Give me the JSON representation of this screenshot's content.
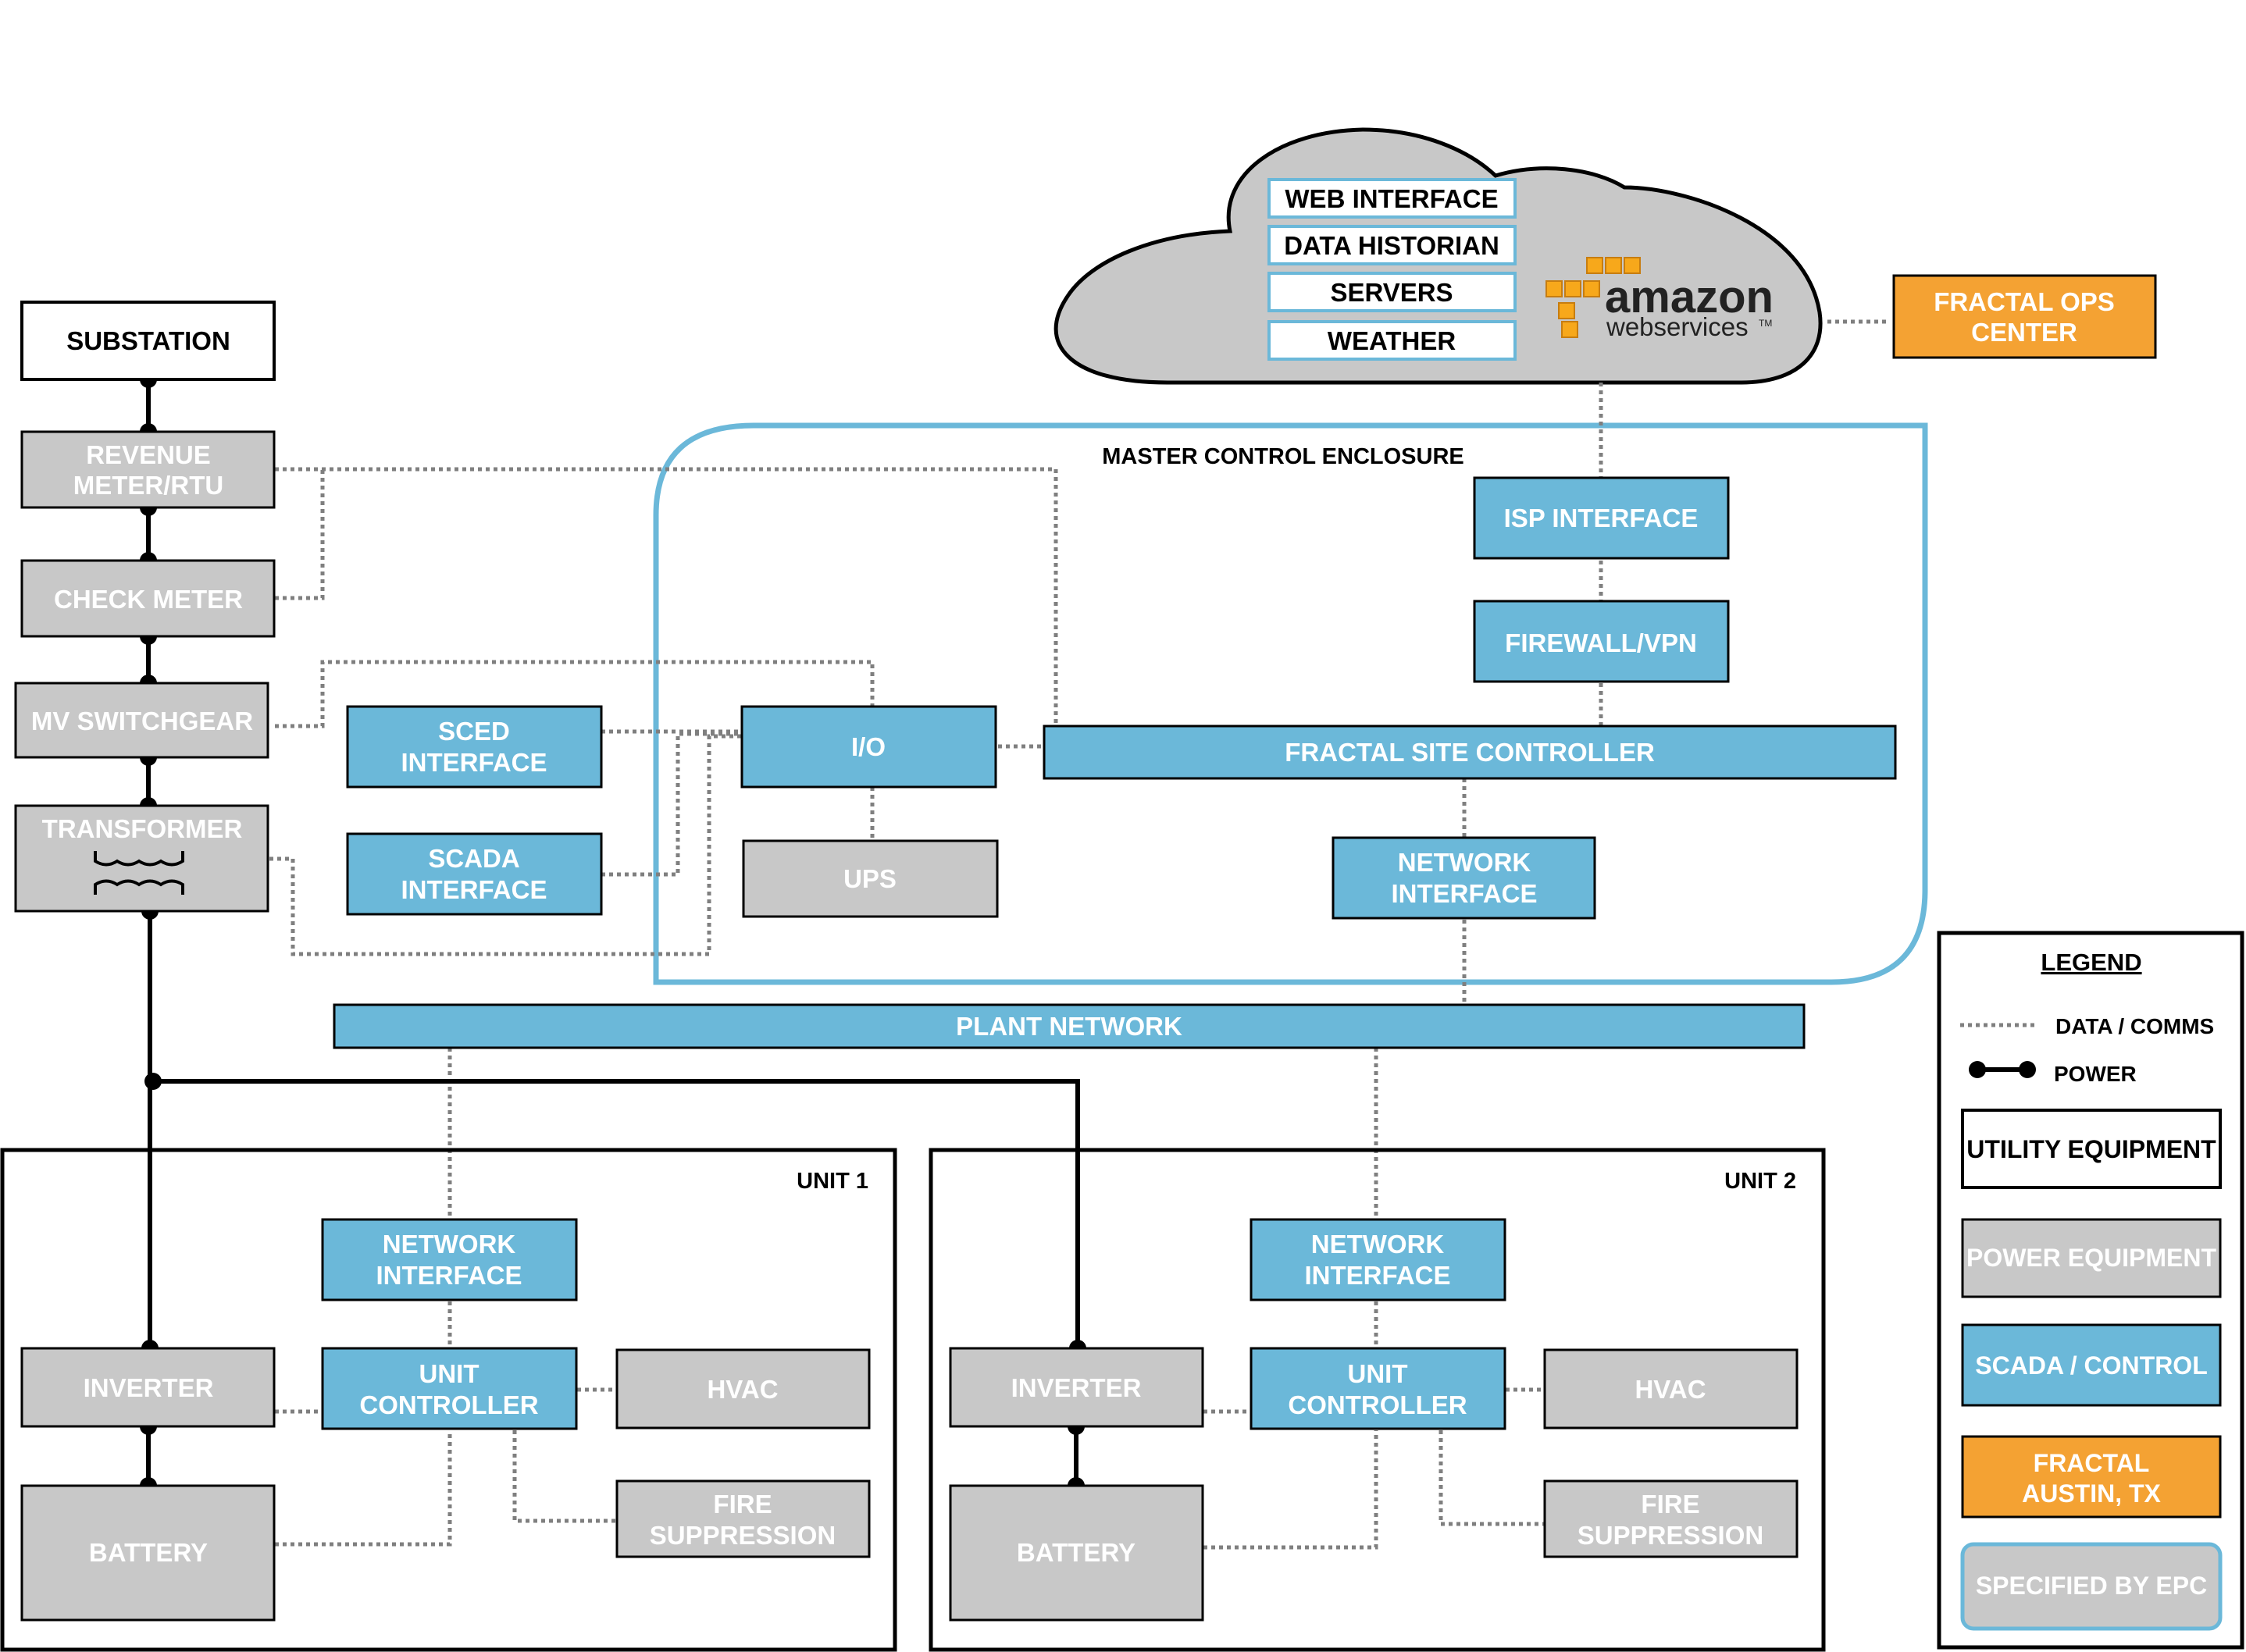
{
  "colors": {
    "utility": "#ffffff",
    "power": "#c8c8c8",
    "scada": "#6bb8d9",
    "fractal": "#f4a233",
    "epc_border": "#6bb8d9",
    "cloud": "#c8c8c8",
    "data_line": "#7f7f7f",
    "power_line": "#000000"
  },
  "cloud": {
    "services": [
      "WEB INTERFACE",
      "DATA HISTORIAN",
      "SERVERS",
      "WEATHER"
    ],
    "logo_word": "amazon",
    "logo_sub": "webservices",
    "logo_tm": "TM"
  },
  "fractal_ops": [
    "FRACTAL OPS",
    "CENTER"
  ],
  "mce_title": "MASTER CONTROL ENCLOSURE",
  "utility_chain": {
    "substation": [
      "SUBSTATION"
    ],
    "revenue_meter": [
      "REVENUE",
      "METER/RTU"
    ],
    "check_meter": [
      "CHECK METER"
    ],
    "mv_switchgear": [
      "MV SWITCHGEAR"
    ],
    "transformer": [
      "TRANSFORMER"
    ]
  },
  "interfaces": {
    "sced": [
      "SCED",
      "INTERFACE"
    ],
    "scada": [
      "SCADA",
      "INTERFACE"
    ],
    "io": [
      "I/O"
    ],
    "ups": [
      "UPS"
    ],
    "isp": [
      "ISP INTERFACE"
    ],
    "firewall": [
      "FIREWALL/VPN"
    ],
    "site_controller": [
      "FRACTAL SITE CONTROLLER"
    ],
    "network_interface": [
      "NETWORK",
      "INTERFACE"
    ],
    "plant_network": [
      "PLANT NETWORK"
    ]
  },
  "units": [
    {
      "title": "UNIT 1",
      "network_interface": [
        "NETWORK",
        "INTERFACE"
      ],
      "inverter": [
        "INVERTER"
      ],
      "controller": [
        "UNIT",
        "CONTROLLER"
      ],
      "hvac": [
        "HVAC"
      ],
      "battery": [
        "BATTERY"
      ],
      "fire": [
        "FIRE",
        "SUPPRESSION"
      ]
    },
    {
      "title": "UNIT 2",
      "network_interface": [
        "NETWORK",
        "INTERFACE"
      ],
      "inverter": [
        "INVERTER"
      ],
      "controller": [
        "UNIT",
        "CONTROLLER"
      ],
      "hvac": [
        "HVAC"
      ],
      "battery": [
        "BATTERY"
      ],
      "fire": [
        "FIRE",
        "SUPPRESSION"
      ]
    }
  ],
  "legend": {
    "title": "LEGEND",
    "data_comms": "DATA / COMMS",
    "power": "POWER",
    "utility_equipment": [
      "UTILITY EQUIPMENT"
    ],
    "power_equipment": [
      "POWER EQUIPMENT"
    ],
    "scada_control": [
      "SCADA / CONTROL"
    ],
    "fractal": [
      "FRACTAL",
      "AUSTIN, TX"
    ],
    "specified_by_epc": [
      "SPECIFIED BY EPC"
    ]
  }
}
